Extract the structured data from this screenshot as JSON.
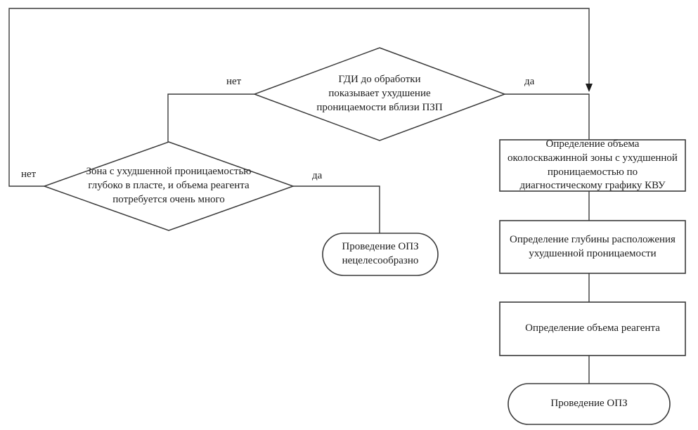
{
  "flowchart": {
    "nodes": {
      "decision_gdi": "ГДИ до обработки показывает ухудшение проницаемости вблизи ПЗП",
      "decision_zone": "Зона с ухудшенной проницаемостью глубоко в пласте, и объема реагента потребуется очень много",
      "terminator_infeasible": "Проведение ОПЗ нецелесообразно",
      "process_volume_zone": "Определение объема околоскважинной зоны с ухудшенной проницаемостью по диагностическому графику КВУ",
      "process_depth": "Определение глубины расположения ухудшенной проницаемости",
      "process_reagent_volume": "Определение объема реагента",
      "terminator_opz": "Проведение ОПЗ"
    },
    "edge_labels": {
      "gdi_no": "нет",
      "gdi_yes": "да",
      "zone_no": "нет",
      "zone_yes": "да"
    },
    "colors": {
      "line": "#3a3a3a",
      "text": "#1c1c1c",
      "background": "#ffffff"
    }
  }
}
